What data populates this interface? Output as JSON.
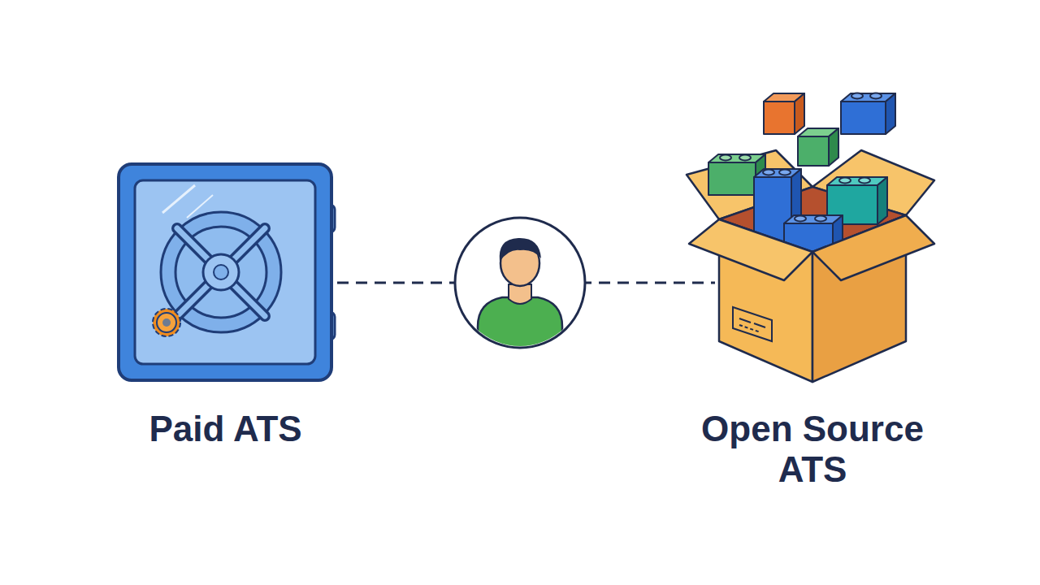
{
  "diagram": {
    "nodes": [
      {
        "text": [
          "Paid ATS"
        ]
      },
      {
        "text": [
          "Open Source ATS"
        ]
      }
    ],
    "edges": [
      {
        "from": 0,
        "to": 1,
        "arrow": "none"
      }
    ]
  }
}
